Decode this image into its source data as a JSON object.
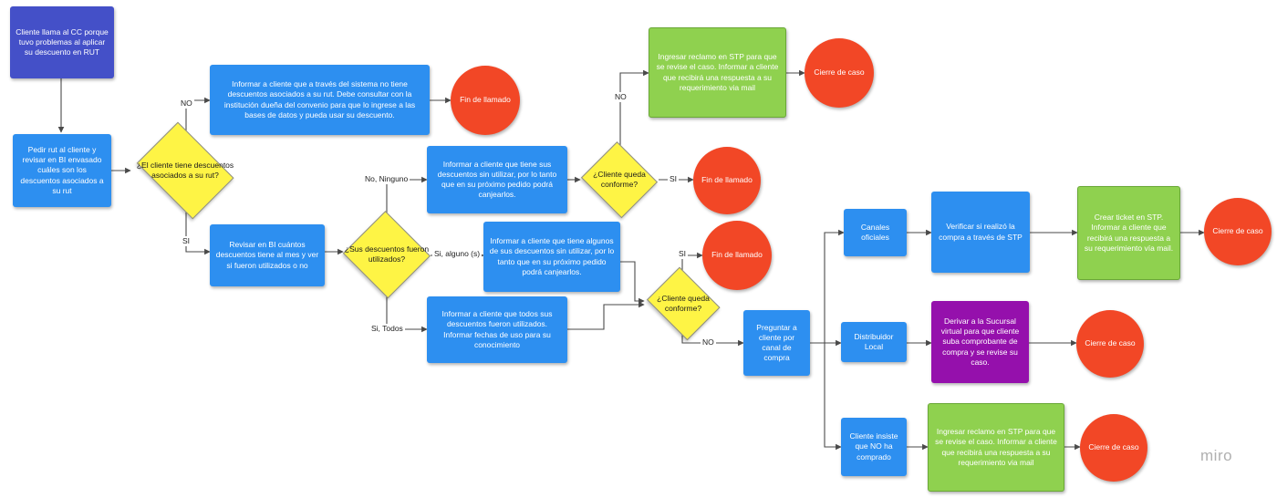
{
  "board": {
    "nodes": {
      "start": "Cliente llama al CC porque tuvo problemas al aplicar su descuento en RUT",
      "pedir_rut": "Pedir rut al cliente y revisar en BI envasado cuáles son los descuentos asociados a su rut",
      "q_tiene": "¿El cliente tiene descuentos asociados a su rut?",
      "informar_no_tiene": "Informar a cliente que a través del sistema no tiene descuentos asociados a su rut. Debe consultar con la institución dueña del convenio para que lo ingrese a las bases de datos y pueda usar su descuento.",
      "fin_llamado_1": "Fin de llamado",
      "revisar_bi": "Revisar en BI cuántos descuentos tiene al mes y ver si fueron utilizados o no",
      "q_utilizados": "¿Sus descuentos fueron utilizados?",
      "informar_sin_utilizar": "Informar a cliente que tiene sus descuentos sin utilizar, por lo tanto que en su próximo pedido podrá canjearlos.",
      "q_conforme_1": "¿Cliente queda conforme?",
      "reclamo_stp_1": "Ingresar reclamo en STP para que se revise el caso. Informar a cliente que recibirá una respuesta a su requerimiento via mail",
      "cierre_1": "Cierre de caso",
      "fin_llamado_2": "Fin de llamado",
      "informar_algunos": "Informar a cliente que tiene algunos de sus descuentos sin utilizar, por lo tanto que en su próximo pedido podrá canjearlos.",
      "informar_todos": "Informar a cliente que todos sus descuentos fueron utilizados. Informar fechas de uso para su conocimiento",
      "q_conforme_2": "¿Cliente queda conforme?",
      "fin_llamado_3": "Fin de llamado",
      "preguntar_canal": "Preguntar a cliente por canal de compra",
      "canales_oficiales": "Canales oficiales",
      "verificar_stp": "Verificar si realizó la compra a través de STP",
      "crear_ticket": "Crear ticket en STP. Informar a cliente que recibirá una respuesta a su requerimiento vía mail.",
      "cierre_2": "Cierre de caso",
      "distribuidor": "Distribuidor Local",
      "derivar_sucursal": "Derivar a la Sucursal virtual para que cliente suba comprobante de compra y se revise su caso.",
      "cierre_3": "Cierre de caso",
      "cliente_insiste": "Cliente insiste que NO ha comprado",
      "reclamo_stp_2": "Ingresar reclamo en STP para que se revise el caso. Informar a cliente que recibirá una respuesta a su requerimiento via mail",
      "cierre_4": "Cierre de caso"
    },
    "edge_labels": {
      "no_1": "NO",
      "si_1": "SI",
      "no_ninguno": "No, Ninguno",
      "si_alguno": "Si, alguno (s)",
      "si_todos": "Si, Todos",
      "no_2": "NO",
      "si_2": "SI",
      "si_3": "SI",
      "no_3": "NO"
    },
    "watermark": "miro"
  },
  "colors": {
    "process_blue": "#2d8ff0",
    "start_indigo": "#4450c8",
    "decision_yellow": "#fef445",
    "terminator_red": "#f24726",
    "action_green": "#8fd14f",
    "action_purple": "#9510ac",
    "connector": "#4a4a4a"
  }
}
